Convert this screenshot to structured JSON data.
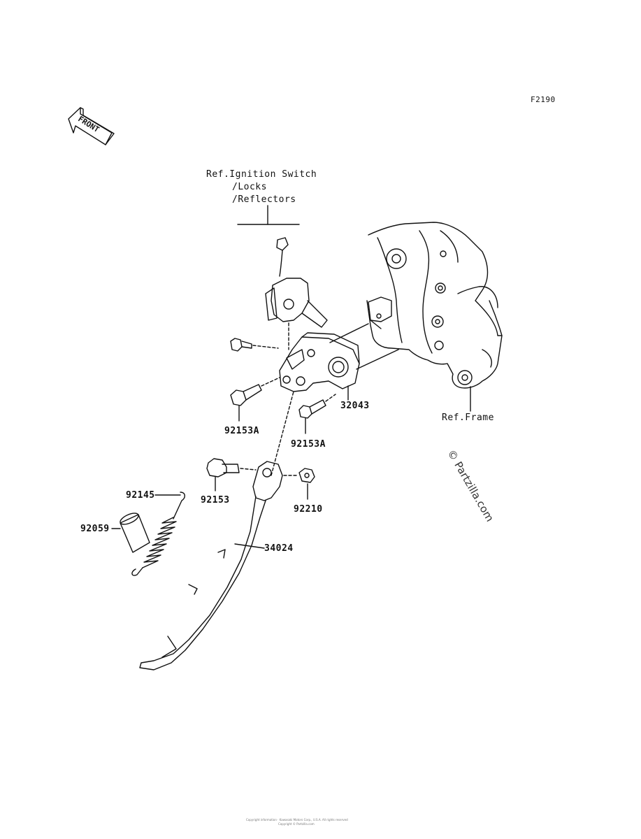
{
  "figure_code": "F2190",
  "front_label": "FRONT",
  "references": {
    "ignition": [
      "Ref.Ignition Switch",
      "/Locks",
      "/Reflectors"
    ],
    "frame": "Ref.Frame"
  },
  "parts": {
    "p32043": "32043",
    "p92153A_left": "92153A",
    "p92153A_right": "92153A",
    "p92153": "92153",
    "p92210": "92210",
    "p92145": "92145",
    "p92059": "92059",
    "p34024": "34024"
  },
  "watermark": "© Partzilla.com",
  "footer": [
    "Copyright information · Kawasaki Motors Corp., U.S.A. All rights reserved",
    "Copyright © Partzilla.com"
  ]
}
